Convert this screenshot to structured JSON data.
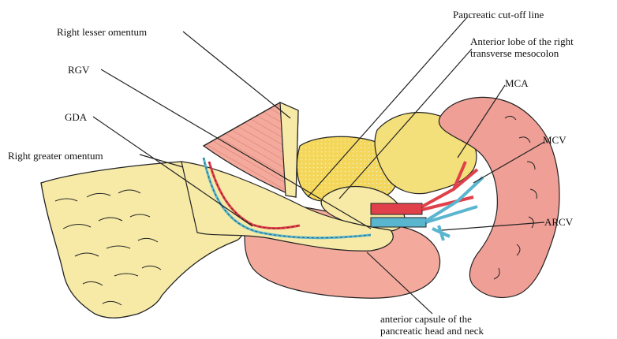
{
  "labels": {
    "right_lesser_omentum": "Right lesser omentum",
    "rgv": "RGV",
    "gda": "GDA",
    "right_greater_omentum": "Right greater omentum",
    "pancreatic_cutoff_line": "Pancreatic cut-off line",
    "anterior_lobe_line1": "Anterior lobe of the right",
    "anterior_lobe_line2": "transverse mesocolon",
    "mca": "MCA",
    "mcv": "MCV",
    "arcv": "ARCV",
    "anterior_capsule_line1": "anterior capsule of the",
    "anterior_capsule_line2": "pancreatic head and neck"
  },
  "colors": {
    "omentum": "#f6eaa6",
    "pancreas": "#f3aa9c",
    "fat": "#f4d75a",
    "artery": "#e0404a",
    "vein": "#5ab5cf",
    "colon": "#ef9f96",
    "outline": "#222222"
  }
}
